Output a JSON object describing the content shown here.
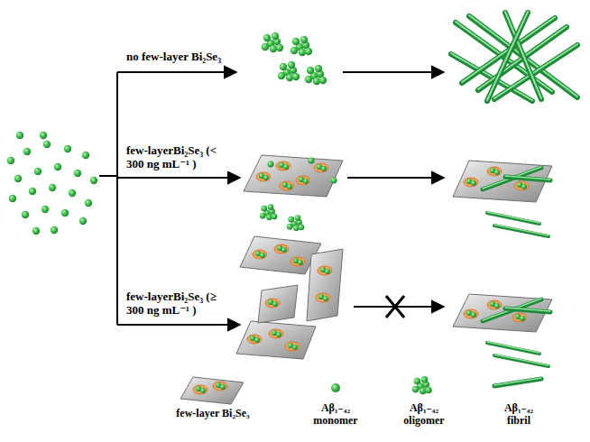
{
  "diagram": {
    "labels": [
      "no few-layer Bi₂Se₃",
      "few-layerBi₂Se₃ (< 300 ng mL⁻¹ )",
      "few-layerBi₂Se₃ (≥ 300 ng mL⁻¹ )"
    ],
    "legend": [
      {
        "text": "few-layer Bi₂Se₃"
      },
      {
        "text": "Aβ₁₋₄₂ monomer"
      },
      {
        "text": "Aβ₁₋₄₂ oligomer"
      },
      {
        "text": "Aβ₁₋₄₂ fibril"
      }
    ]
  }
}
